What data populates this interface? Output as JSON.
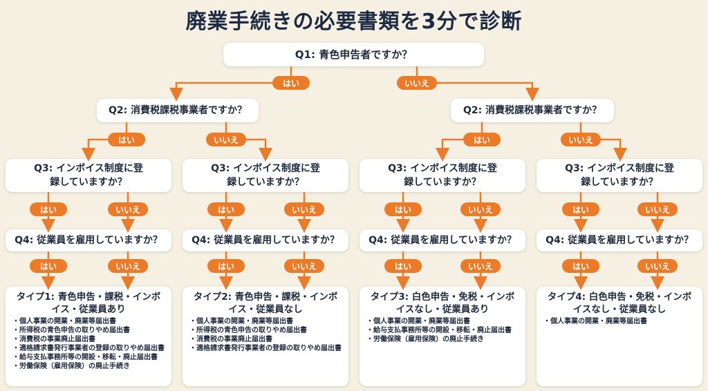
{
  "title": "廃業手続きの必要書類を3分で診断",
  "yes": "はい",
  "no": "いいえ",
  "q1": "Q1: 青色申告者ですか？",
  "q2": "Q2: 消費税課税事業者ですか？",
  "q3": "Q3: インボイス制度に登録していますか？",
  "q4": "Q4: 従業員を雇用していますか？",
  "colors": {
    "accent": "#ec7a26",
    "background": "#f6f0e2",
    "text": "#1d2a44"
  },
  "results": [
    {
      "title": "タイプ1: 青色申告・課税・インボイス・従業員あり",
      "items": [
        "個人事業の開業・廃業等届出書",
        "所得税の青色申告の取りやめ届出書",
        "消費税の事業廃止届出書",
        "適格請求書発行事業者の登録の取りやめ届出書",
        "給与支払事務所等の開設・移転・廃止届出書",
        "労働保険（雇用保険）の廃止手続き"
      ]
    },
    {
      "title": "タイプ2: 青色申告・課税・インボイス・従業員なし",
      "items": [
        "個人事業の開業・廃業等届出書",
        "所得税の青色申告の取りやめ届出書",
        "消費税の事業廃止届出書",
        "適格請求書発行事業者の登録の取りやめ届出書"
      ]
    },
    {
      "title": "タイプ3: 白色申告・免税・インボイスなし・従業員あり",
      "items": [
        "個人事業の開業・廃業等届出書",
        "給与支払事務所等の開設・移転・廃止届出書",
        "労働保険（雇用保険）の廃止手続き"
      ]
    },
    {
      "title": "タイプ4: 白色申告・免税・インボイスなし・従業員なし",
      "items": [
        "個人事業の開業・廃業等届出書"
      ]
    }
  ]
}
